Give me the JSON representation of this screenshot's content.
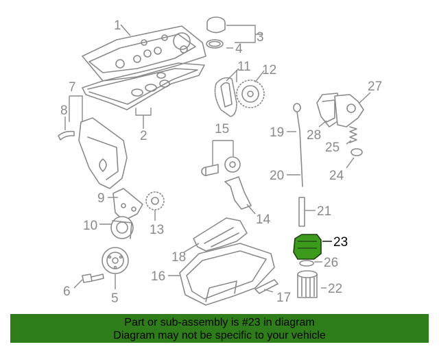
{
  "callouts": {
    "c1": "1",
    "c2": "2",
    "c3": "3",
    "c4": "4",
    "c5": "5",
    "c6": "6",
    "c7": "7",
    "c8": "8",
    "c9": "9",
    "c10": "10",
    "c11": "11",
    "c12": "12",
    "c13": "13",
    "c14": "14",
    "c15": "15",
    "c16": "16",
    "c17": "17",
    "c18": "18",
    "c19": "19",
    "c20": "20",
    "c21": "21",
    "c22": "22",
    "c23": "23",
    "c24": "24",
    "c25": "25",
    "c26": "26",
    "c27": "27",
    "c28": "28"
  },
  "highlighted_part": "23",
  "colors": {
    "banner": "#2e7d1a",
    "highlight_fill": "#3c9a1c",
    "parts_stroke": "#8a8a8a"
  },
  "banner": {
    "line1": "Part or sub-assembly is #23 in diagram",
    "line2": "Diagram may not be specific to your vehicle"
  }
}
